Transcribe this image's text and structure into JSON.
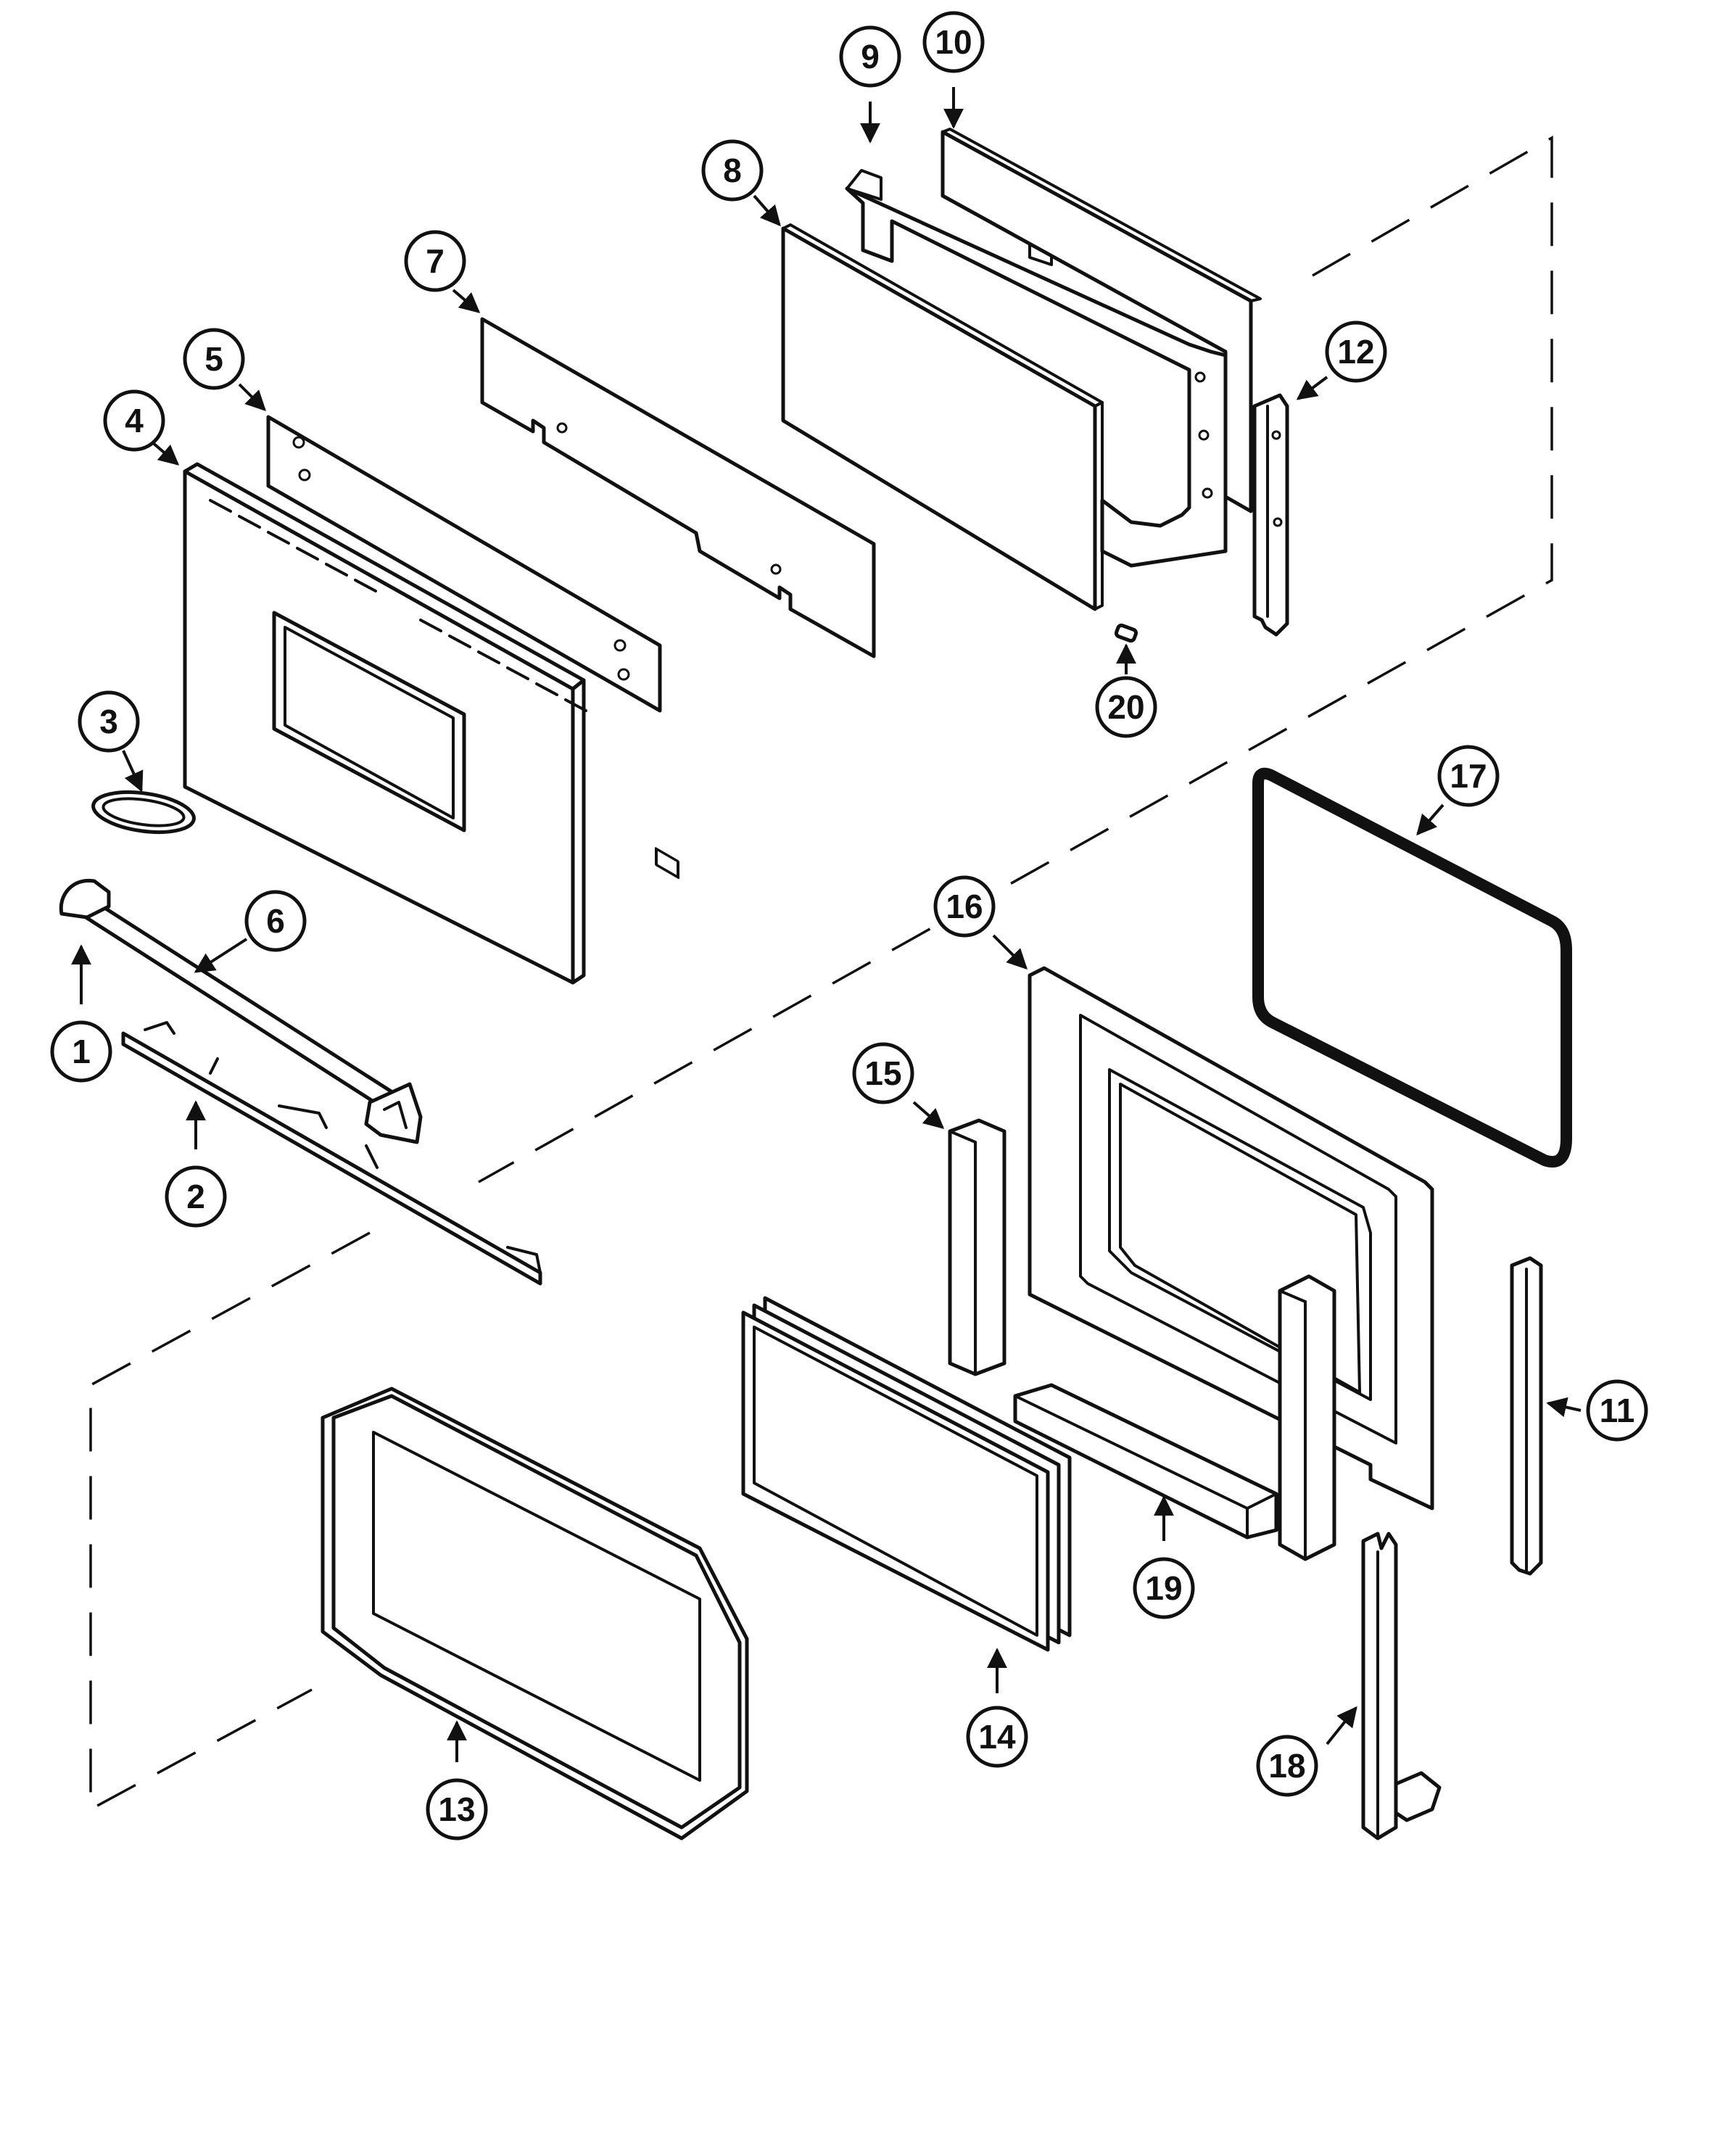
{
  "diagram": {
    "colors": {
      "line": "#111111",
      "background": "#ffffff"
    },
    "callouts": [
      {
        "label": "1"
      },
      {
        "label": "2"
      },
      {
        "label": "3"
      },
      {
        "label": "4"
      },
      {
        "label": "5"
      },
      {
        "label": "6"
      },
      {
        "label": "7"
      },
      {
        "label": "8"
      },
      {
        "label": "9"
      },
      {
        "label": "10"
      },
      {
        "label": "11"
      },
      {
        "label": "12"
      },
      {
        "label": "13"
      },
      {
        "label": "14"
      },
      {
        "label": "15"
      },
      {
        "label": "16"
      },
      {
        "label": "17"
      },
      {
        "label": "18"
      },
      {
        "label": "19"
      },
      {
        "label": "20"
      }
    ]
  }
}
